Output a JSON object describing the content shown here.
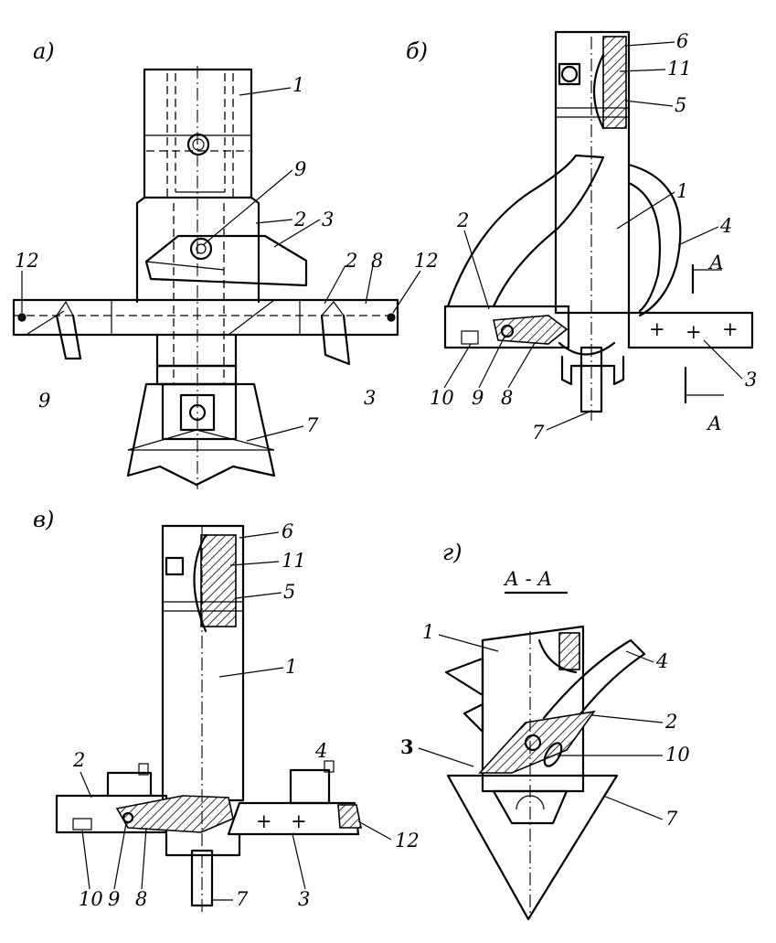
{
  "views": {
    "a": {
      "title": "а)",
      "labels": [
        "1",
        "9",
        "2",
        "3",
        "2",
        "8",
        "12",
        "12",
        "9",
        "3",
        "7"
      ]
    },
    "b": {
      "title": "б)",
      "labels": [
        "6",
        "11",
        "5",
        "1",
        "4",
        "А",
        "2",
        "3",
        "10",
        "9",
        "8",
        "7",
        "А"
      ]
    },
    "v": {
      "title": "в)",
      "labels": [
        "6",
        "11",
        "5",
        "1",
        "4",
        "2",
        "10",
        "9",
        "8",
        "7",
        "3",
        "12"
      ]
    },
    "g": {
      "title": "г)",
      "section": "А - А",
      "labels": [
        "1",
        "4",
        "2",
        "3",
        "10",
        "7"
      ]
    }
  }
}
